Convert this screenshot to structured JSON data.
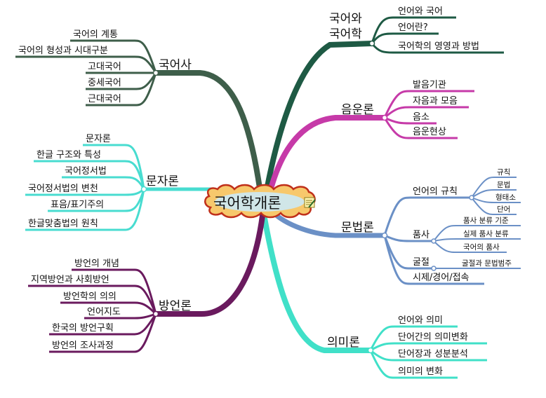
{
  "center": {
    "title": "국어학개론"
  },
  "branches": {
    "gugeohak": {
      "label1": "국어와",
      "label2": "국어학",
      "items": [
        "언어와 국어",
        "언어란?",
        "국어학의 영영과 방법"
      ],
      "color": "#1e5a44"
    },
    "eumun": {
      "label": "음운론",
      "items": [
        "발음기관",
        "자음과 모음",
        "음소",
        "음운현상"
      ],
      "color": "#c63aa8"
    },
    "munbeop": {
      "label": "문법론",
      "color": "#6b90c6",
      "items": [
        {
          "label": "언어의 규칙",
          "sub": [
            "규칙",
            "문법",
            "형태소",
            "단어"
          ]
        },
        {
          "label": "품사",
          "sub": [
            "품사 분류 기준",
            "실제 품사 분류",
            "국어의 품사"
          ]
        },
        {
          "label": "굴절",
          "sub": [
            "굴절과 문법범주"
          ]
        },
        {
          "label": "시제/경어/접속",
          "sub": []
        }
      ]
    },
    "uimi": {
      "label": "의미론",
      "items": [
        "언어와 의미",
        "단어간의 의미변화",
        "단어장과 성분분석",
        "의미의 변화"
      ],
      "color": "#40e0c8"
    },
    "gugeosa": {
      "label": "국어사",
      "items": [
        "국어의 계통",
        "국어의 형성과 시대구분",
        "고대국어",
        "중세국어",
        "근대국어"
      ],
      "color": "#3e5e4a"
    },
    "munja": {
      "label": "문자론",
      "items": [
        "문자론",
        "한글 구조와 특성",
        "국어정서법",
        "국어정서법의 변천",
        "표음/표기주의",
        "한글맞춤법의 원칙"
      ],
      "color": "#48dcd0"
    },
    "bangeon": {
      "label": "방언론",
      "items": [
        "방언의 개념",
        "지역방언과 사회방언",
        "방언학의 의의",
        "언어지도",
        "한국의 방언구획",
        "방언의 조사과정"
      ],
      "color": "#6a1a5e"
    }
  }
}
